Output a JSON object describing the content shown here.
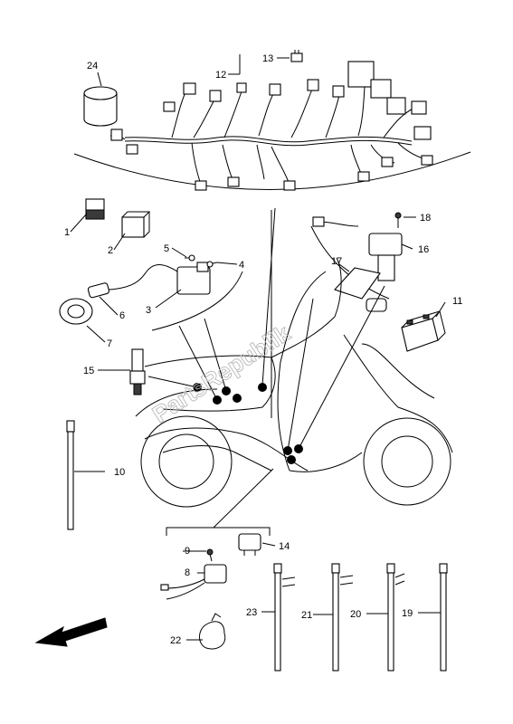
{
  "labels": {
    "p1": "1",
    "p2": "2",
    "p3": "3",
    "p4": "4",
    "p5": "5",
    "p6": "6",
    "p7": "7",
    "p8": "8",
    "p9": "9",
    "p10": "10",
    "p11": "11",
    "p12": "12",
    "p13": "13",
    "p14": "14",
    "p15": "15",
    "p16": "16",
    "p17": "17",
    "p18": "18",
    "p19": "19",
    "p20": "20",
    "p21": "21",
    "p22": "22",
    "p23": "23",
    "p24": "24"
  },
  "watermark": "PartsRepublik",
  "icons": {
    "direction": "arrow-left-down-icon"
  }
}
